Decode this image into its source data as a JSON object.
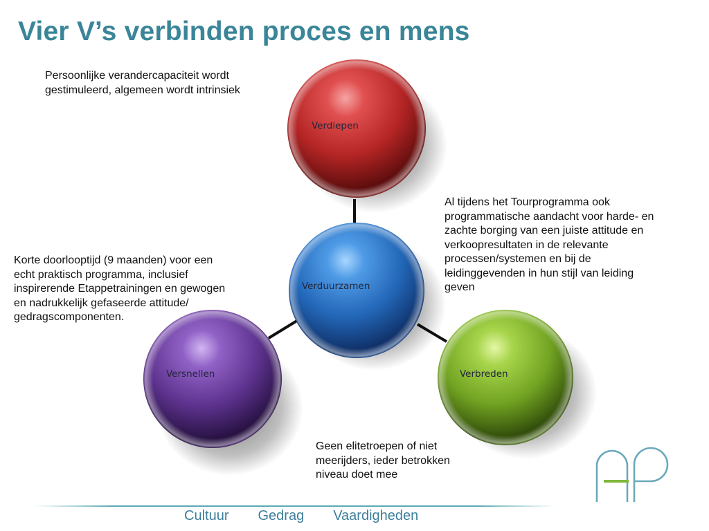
{
  "title": "Vier V’s verbinden proces en mens",
  "spheres": {
    "verdiepen": {
      "label": "Verdiepen",
      "color": "#c8302f"
    },
    "verduurzamen": {
      "label": "Verduurzamen",
      "color": "#2f74c4"
    },
    "versnellen": {
      "label": "Versnellen",
      "color": "#6d3f9e"
    },
    "verbreden": {
      "label": "Verbreden",
      "color": "#84b830"
    }
  },
  "notes": {
    "verdiepen": "Persoonlijke verandercapaciteit wordt\ngestimuleerd, algemeen wordt intrinsiek",
    "verduurzamen": "Al tijdens het Tourprogramma ook\nprogrammatische aandacht voor harde- en\nzachte borging van een juiste attitude en\nverkoopresultaten in de relevante\nprocessen/systemen en bij de\nleidinggevenden in hun stijl van leiding\ngeven",
    "versnellen": "Korte doorlooptijd (9 maanden) voor een\necht praktisch programma, inclusief\ninspirerende Etappetrainingen en gewogen\nen nadrukkelijk gefaseerde attitude/\ngedragscomponenten.",
    "verbreden": "Geen elitetroepen of niet\nmeerijders, ieder betrokken\nniveau doet mee"
  },
  "footer": {
    "items": [
      "Cultuur",
      "Gedrag",
      "Vaardigheden"
    ]
  },
  "colors": {
    "title": "#3a8598",
    "footer": "#3d7f9a",
    "logo_teal": "#6aa9bb",
    "logo_green": "#7fb83a"
  }
}
